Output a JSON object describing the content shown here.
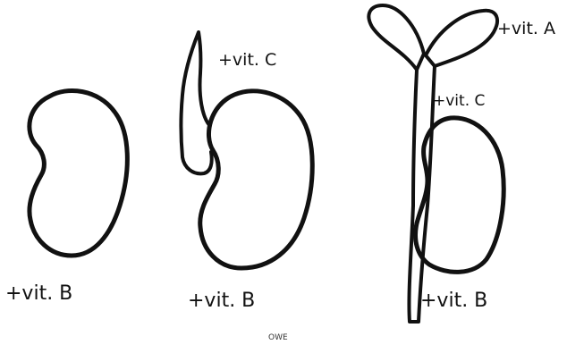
{
  "labels": {
    "bean1_vitamin": "+vit. B",
    "bean2_sprout_vitamin": "+vit. C",
    "bean2_vitamin": "+vit. B",
    "seedling_leaf_vitamin": "+vit. A",
    "seedling_stem_vitamin": "+vit. C",
    "seedling_vitamin": "+vit. B",
    "signature": "OWE"
  },
  "colors": {
    "ink": "#111111",
    "background": "#ffffff"
  }
}
